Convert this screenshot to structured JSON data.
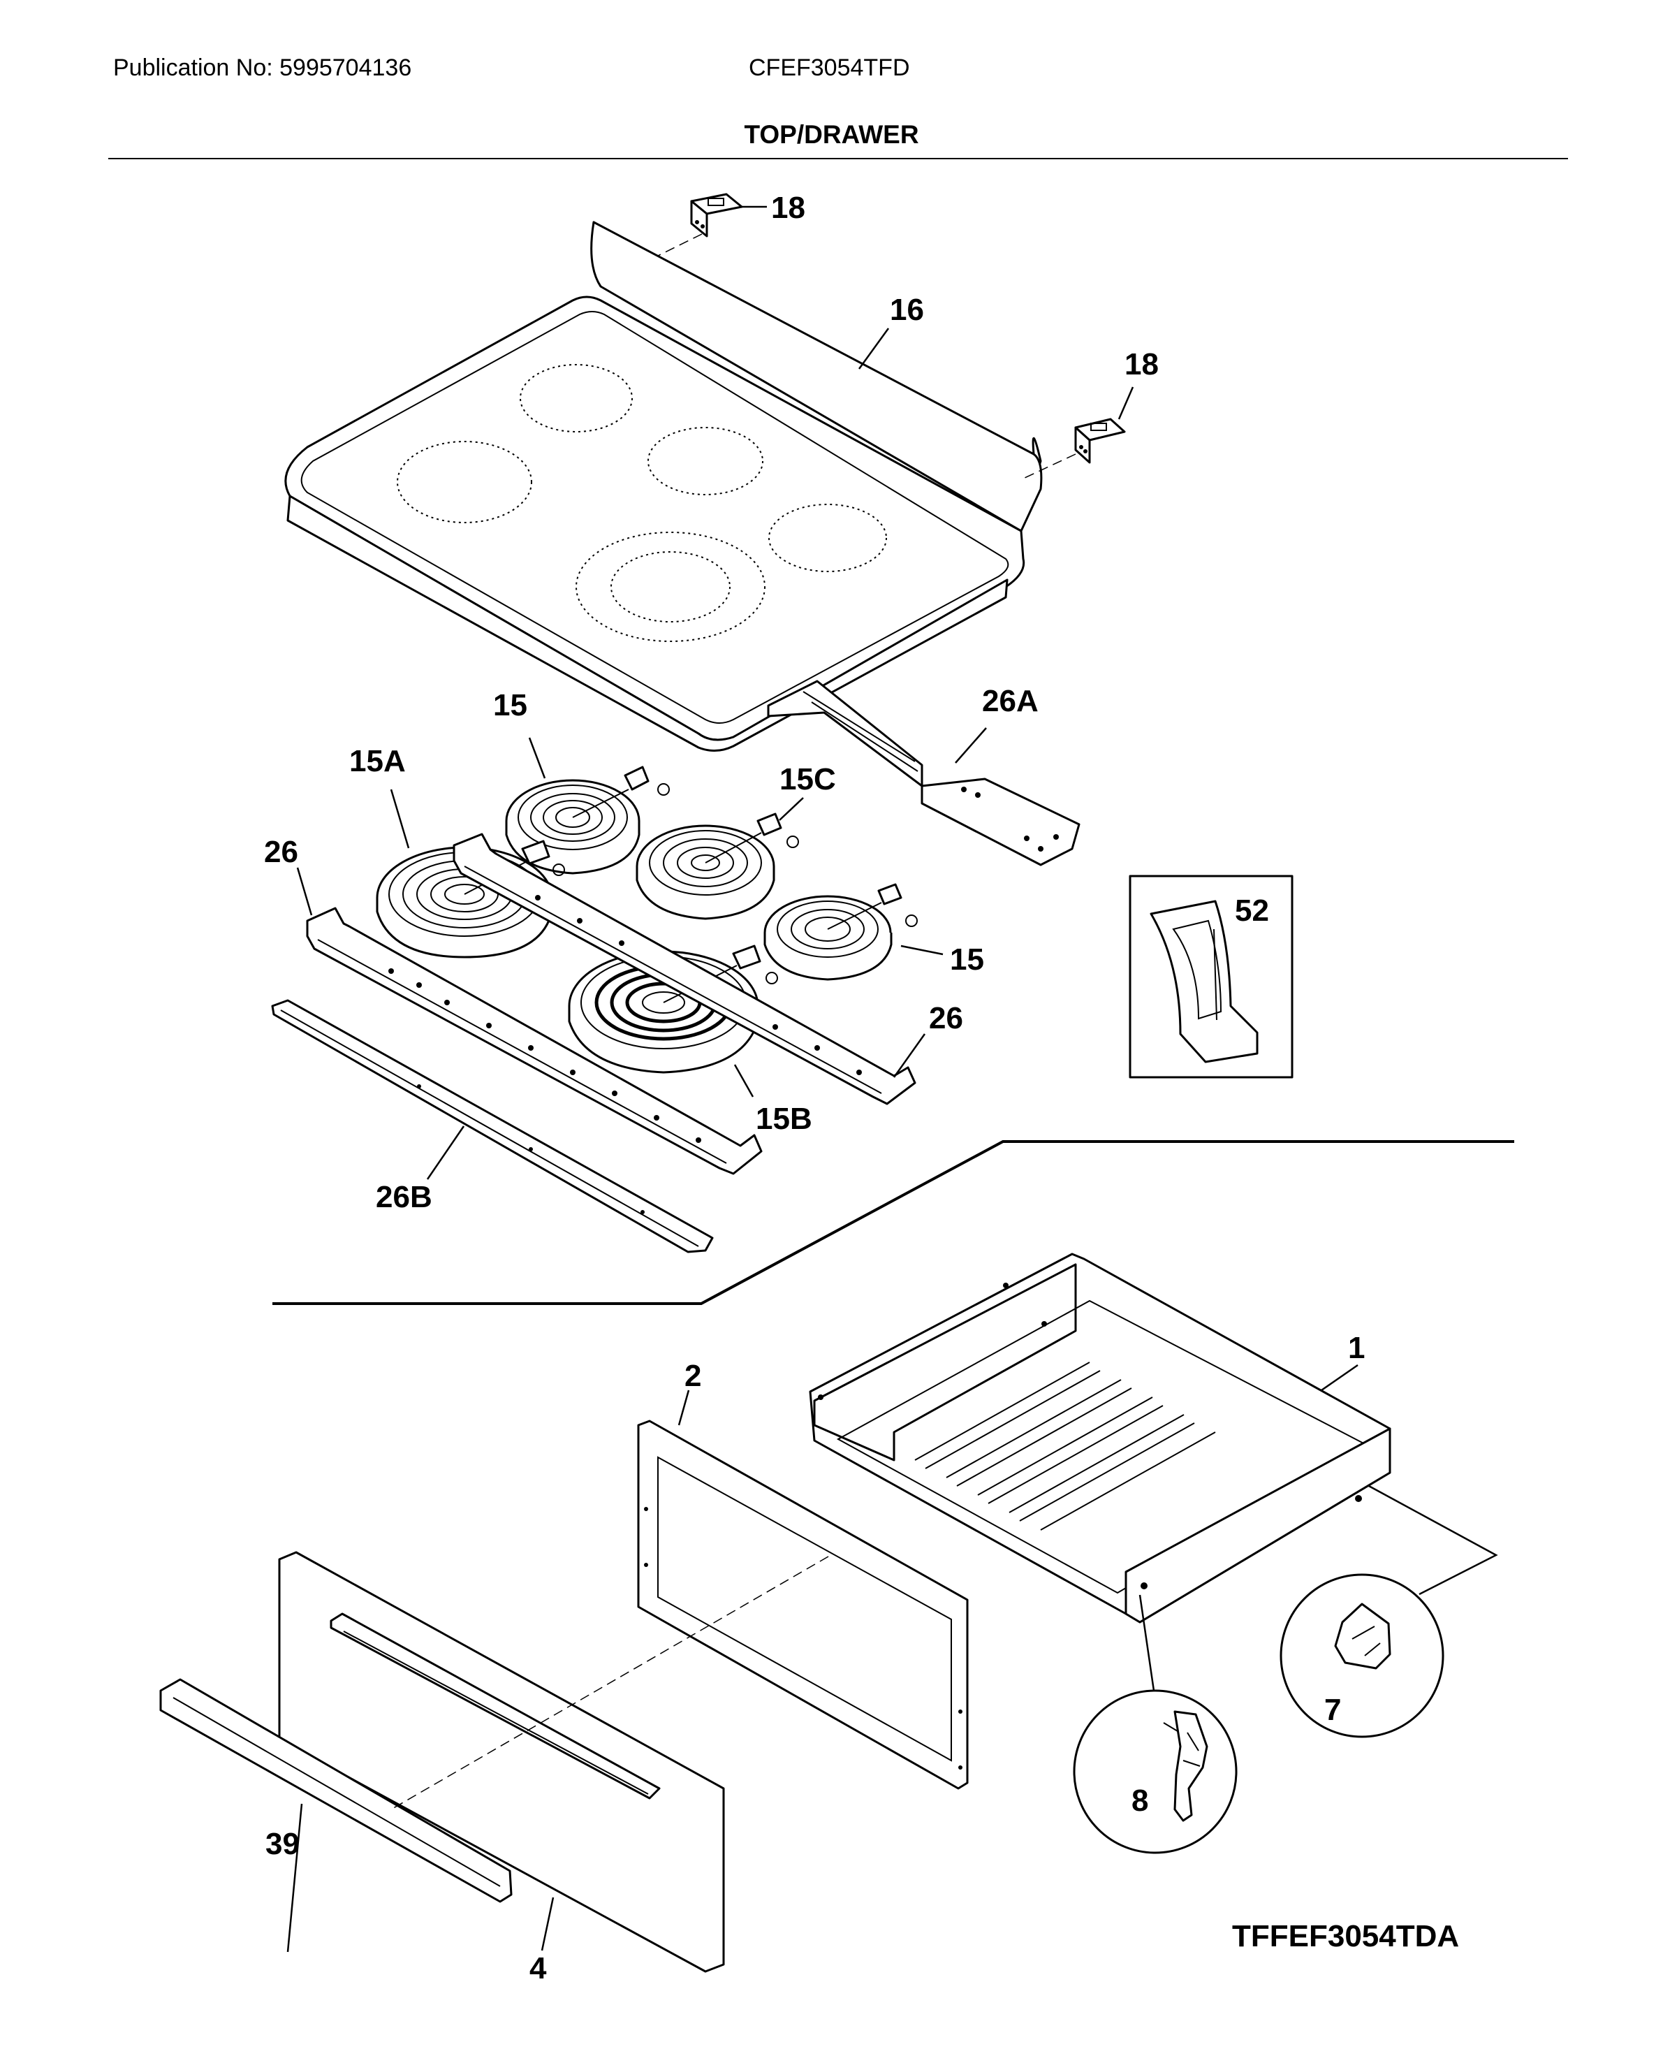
{
  "header": {
    "publication": "Publication No: 5995704136",
    "model": "CFEF3054TFD",
    "section_title": "TOP/DRAWER"
  },
  "diagram_code": "TFFEF3054TDA",
  "callouts": {
    "c18a": "18",
    "c16": "16",
    "c18b": "18",
    "c15a": "15",
    "c26a": "26A",
    "c15A": "15A",
    "c15C": "15C",
    "c26left": "26",
    "c52": "52",
    "c15b": "15",
    "c26right": "26",
    "c15B": "15B",
    "c26B": "26B",
    "c1": "1",
    "c2": "2",
    "c7": "7",
    "c8": "8",
    "c39": "39",
    "c4": "4"
  }
}
